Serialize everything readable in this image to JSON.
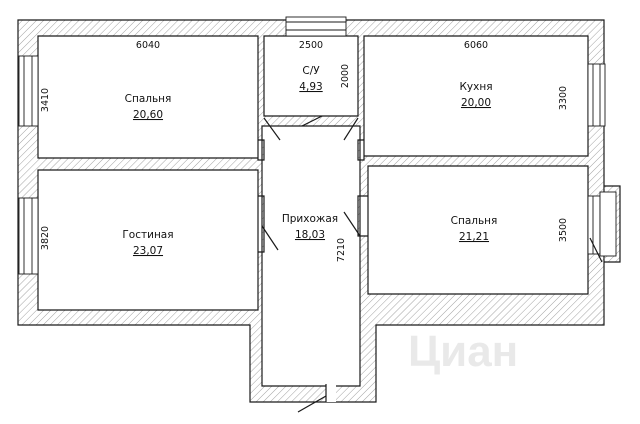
{
  "rooms": [
    {
      "name": "Спальня",
      "area": "20,60"
    },
    {
      "name": "С/У",
      "area": "4,93"
    },
    {
      "name": "Кухня",
      "area": "20,00"
    },
    {
      "name": "Гостиная",
      "area": "23,07"
    },
    {
      "name": "Прихожая",
      "area": "18,03"
    },
    {
      "name": "Спальня",
      "area": "21,21"
    }
  ],
  "dimensions": {
    "bedroom1_width": "6040",
    "bathroom_width": "2500",
    "kitchen_width": "6060",
    "bedroom1_depth": "3410",
    "bathroom_depth": "2000",
    "kitchen_depth": "3300",
    "living_depth": "3820",
    "hall_length": "7210",
    "bedroom2_depth": "3500"
  },
  "watermark": "Циан",
  "colors": {
    "wall": "#1a1a1a",
    "wall_fill": "#ffffff",
    "hatch": "#8a8a8a"
  }
}
